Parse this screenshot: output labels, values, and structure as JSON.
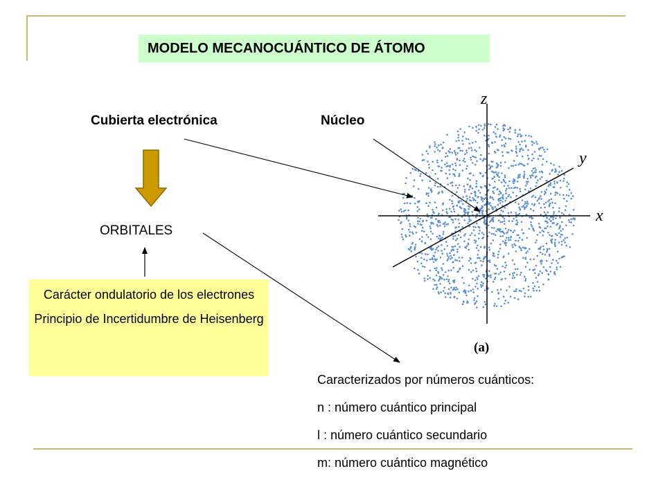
{
  "title": "MODELO MECANOCUÁNTICO DE ÁTOMO",
  "labels": {
    "cubierta": "Cubierta electrónica",
    "nucleo": "Núcleo",
    "orbitales": "ORBITALES"
  },
  "wave_box": {
    "line1": "Carácter ondulatorio de los electrones",
    "line2": "Principio de Incertidumbre de Heisenberg"
  },
  "quantum_numbers": {
    "heading": "Caracterizados por números cuánticos:",
    "items": [
      "n : número cuántico principal",
      "l : número cuántico secundario",
      "m: número cuántico magnético"
    ]
  },
  "orbital_figure": {
    "axis_z": "z",
    "axis_y": "y",
    "axis_x": "x",
    "caption": "(a)"
  },
  "colors": {
    "title_bg": "#ccffcc",
    "box_bg": "#ffff99",
    "arrow_fill": "#cc9900",
    "dot_color": "#5b8fd0",
    "frame": "#c8b878"
  }
}
